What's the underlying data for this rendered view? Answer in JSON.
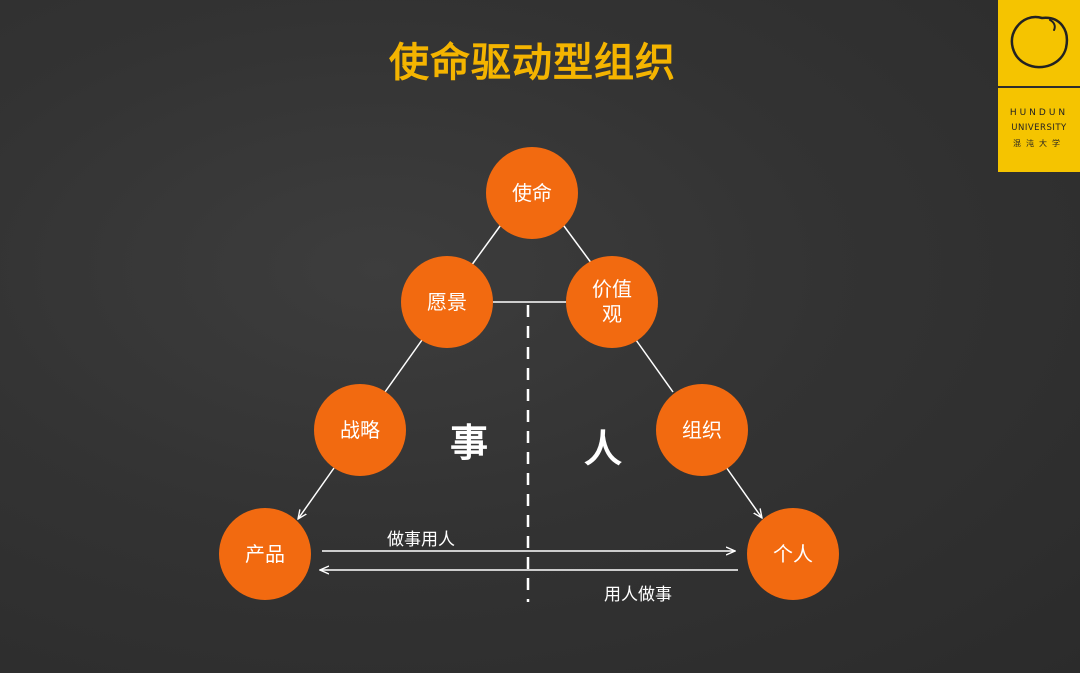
{
  "title": "使命驱动型组织",
  "logo": {
    "line1": "HUNDUN",
    "line2": "UNIVERSITY",
    "line3": "混沌大学"
  },
  "nodes": {
    "mission": "使命",
    "vision": "愿景",
    "values": "价值观",
    "strategy": "战略",
    "organization": "组织",
    "product": "产品",
    "individual": "个人"
  },
  "sides": {
    "affairs": "事",
    "people": "人"
  },
  "arrows": {
    "top_label": "做事用人",
    "bottom_label": "用人做事"
  },
  "colors": {
    "node": "#f26a10",
    "title": "#f4b400",
    "logo_bg": "#f5c400",
    "background": "#333333",
    "lines": "#ffffff"
  }
}
